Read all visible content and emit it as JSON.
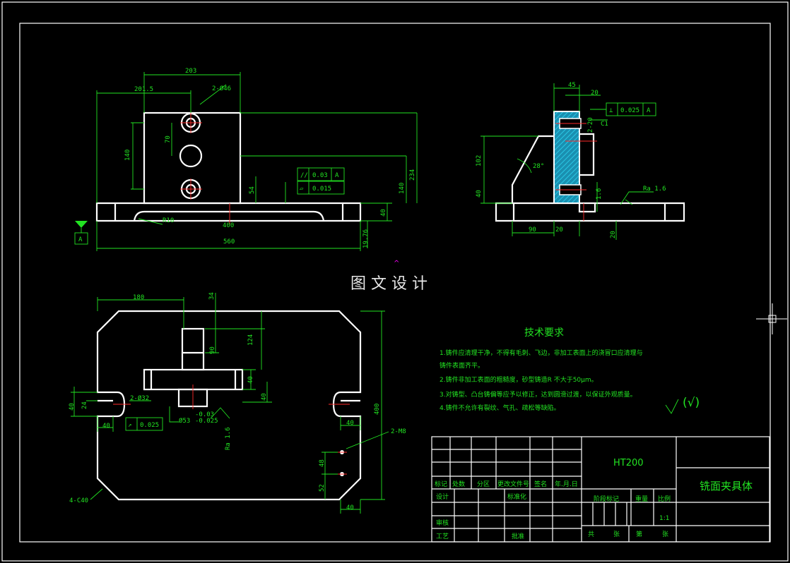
{
  "watermark": "图 文 设 计",
  "front_view": {
    "dims": {
      "d203": "203",
      "d101_5": "201.5",
      "holes": "2-Ø46",
      "d70": "70",
      "d140": "140",
      "d54": "54",
      "d234": "234",
      "d140b": "140",
      "d40": "40",
      "r10": "R10",
      "d400": "400",
      "d560": "560",
      "d19_76": "19.76"
    },
    "gdt_parallel": {
      "symbol": "//",
      "value": "0.03",
      "datum": "A"
    },
    "gdt_flatness": {
      "symbol": "▱",
      "value": "0.015"
    },
    "datum_label": "A"
  },
  "side_view": {
    "dims": {
      "d45": "45",
      "d20a": "20",
      "d20b": "20",
      "d2_20": "2-20",
      "c1": "C1",
      "d102": "102",
      "angle": "28°",
      "d40": "40",
      "d1_6": "1.6",
      "ra": "Ra 1.6",
      "d90": "90",
      "d20c": "20",
      "d20d": "20"
    },
    "gdt_perp": {
      "symbol": "⊥",
      "value": "0.025",
      "datum": "A"
    }
  },
  "top_view": {
    "dims": {
      "d180": "180",
      "d34": "34",
      "d124": "124",
      "d90": "90",
      "d40a": "40",
      "d40b": "40",
      "d40c": "40",
      "d24": "24",
      "d40d": "40",
      "d2_32": "2-Ø32",
      "d53": "Ø53",
      "tol_top": "-0.03",
      "tol_bot": "-0.025",
      "d400": "400",
      "d40e": "40",
      "d2_m8": "2-M8",
      "d48": "48",
      "d52": "52",
      "d40f": "40",
      "c40": "4-C40",
      "ra": "Ra 1.6"
    },
    "gdt_runout": {
      "symbol": "↗",
      "value": "0.025"
    }
  },
  "notes": {
    "title": "技术要求",
    "items": [
      "1.铸件应清理干净，不得有毛刺、飞边，非加工表面上的浇冒口应清理与",
      "  铸件表面齐平。",
      "2.铸件非加工表面的粗糙度，砂型铸造R  不大于50μm。",
      "3.对铸型、凸台铸偏等应予以修正，达到圆滑过渡，以保证外观质量。",
      "4.铸件不允许有裂纹、气孔、疏松等缺陷。"
    ],
    "roughness": "(√)"
  },
  "title_block": {
    "material": "HT200",
    "part_name": "铣面夹具体",
    "headers": [
      "标记",
      "处数",
      "分区",
      "更改文件号",
      "签名",
      "年.月.日"
    ],
    "design": "设计",
    "standard": "标准化",
    "stage": "阶段标记",
    "weight": "重量",
    "scale_label": "比例",
    "scale": "1:1",
    "review": "审核",
    "process": "工艺",
    "approve": "批准",
    "total": "共",
    "sheet_unit1": "张",
    "sheet": "第",
    "sheet_unit2": "张"
  },
  "colors": {
    "background": "#000000",
    "outline": "#ffffff",
    "dimension": "#22e322",
    "centerline": "#ff2a2a",
    "hatch": "#29c8e6"
  }
}
